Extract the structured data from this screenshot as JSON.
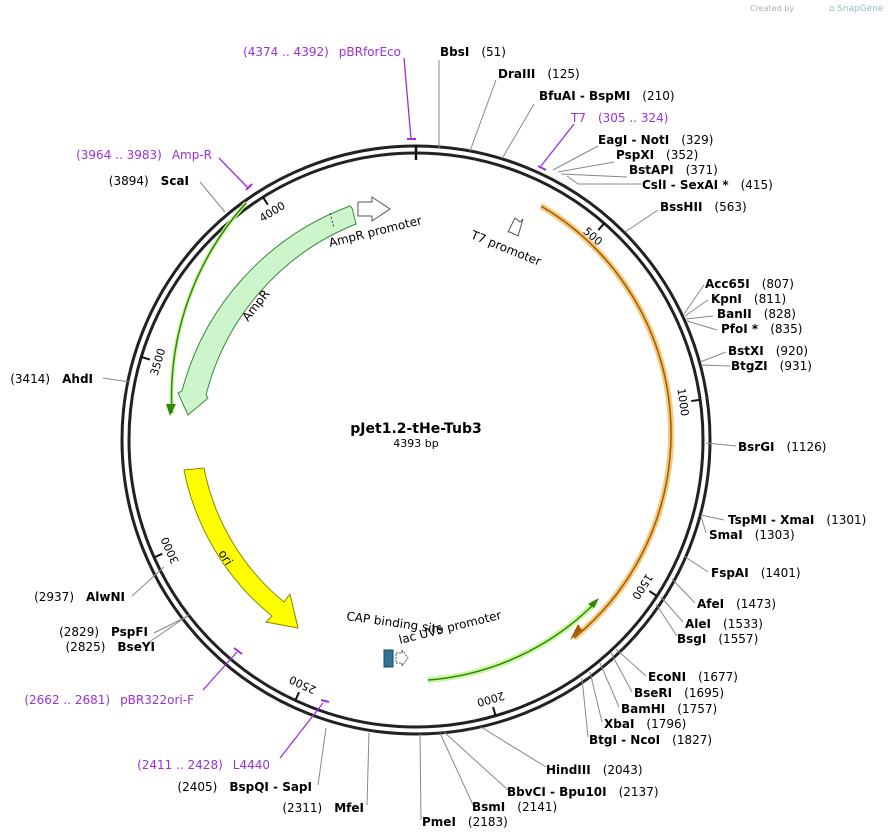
{
  "credit": {
    "prefix": "Created by",
    "brand": "SnapGene"
  },
  "plasmid": {
    "name": "pJet1.2-tHe-Tub3",
    "size": "4393 bp",
    "length": 4393
  },
  "ticks": [
    {
      "pos": 500,
      "label": "500"
    },
    {
      "pos": 1000,
      "label": "1000"
    },
    {
      "pos": 1500,
      "label": "1500"
    },
    {
      "pos": 2000,
      "label": "2000"
    },
    {
      "pos": 2500,
      "label": "2500"
    },
    {
      "pos": 3000,
      "label": "3000"
    },
    {
      "pos": 3500,
      "label": "3500"
    },
    {
      "pos": 4000,
      "label": "4000"
    }
  ],
  "enzymes": [
    {
      "name": "BbsI",
      "pos": "(51)"
    },
    {
      "name": "DraIII",
      "pos": "(125)"
    },
    {
      "name": "BfuAI  -  BspMI",
      "pos": "(210)"
    },
    {
      "name": "EagI  -  NotI",
      "pos": "(329)"
    },
    {
      "name": "PspXI",
      "pos": "(352)"
    },
    {
      "name": "BstAPI",
      "pos": "(371)"
    },
    {
      "name": "CslI  -  SexAI *",
      "pos": "(415)"
    },
    {
      "name": "BssHII",
      "pos": "(563)"
    },
    {
      "name": "Acc65I",
      "pos": "(807)"
    },
    {
      "name": "KpnI",
      "pos": "(811)"
    },
    {
      "name": "BanII",
      "pos": "(828)"
    },
    {
      "name": "PfoI *",
      "pos": "(835)"
    },
    {
      "name": "BstXI",
      "pos": "(920)"
    },
    {
      "name": "BtgZI",
      "pos": "(931)"
    },
    {
      "name": "BsrGI",
      "pos": "(1126)"
    },
    {
      "name": "TspMI  -  XmaI",
      "pos": "(1301)"
    },
    {
      "name": "SmaI",
      "pos": "(1303)"
    },
    {
      "name": "FspAI",
      "pos": "(1401)"
    },
    {
      "name": "AfeI",
      "pos": "(1473)"
    },
    {
      "name": "AleI",
      "pos": "(1533)"
    },
    {
      "name": "BsgI",
      "pos": "(1557)"
    },
    {
      "name": "EcoNI",
      "pos": "(1677)"
    },
    {
      "name": "BseRI",
      "pos": "(1695)"
    },
    {
      "name": "BamHI",
      "pos": "(1757)"
    },
    {
      "name": "XbaI",
      "pos": "(1796)"
    },
    {
      "name": "BtgI  -  NcoI",
      "pos": "(1827)"
    },
    {
      "name": "HindIII",
      "pos": "(2043)"
    },
    {
      "name": "BbvCI  -  Bpu10I",
      "pos": "(2137)"
    },
    {
      "name": "BsmI",
      "pos": "(2141)"
    },
    {
      "name": "PmeI",
      "pos": "(2183)"
    },
    {
      "name": "MfeI",
      "pos": "(2311)"
    },
    {
      "name": "BspQI  -  SapI",
      "pos": "(2405)"
    },
    {
      "name": "PspFI",
      "pos": "(2829)"
    },
    {
      "name": "BseYI",
      "pos": "(2825)"
    },
    {
      "name": "AlwNI",
      "pos": "(2937)"
    },
    {
      "name": "AhdI",
      "pos": "(3414)"
    },
    {
      "name": "ScaI",
      "pos": "(3894)"
    }
  ],
  "primers": [
    {
      "range": "(4374 .. 4392)",
      "name": "pBRforEco"
    },
    {
      "range": "(305 .. 324)",
      "name": "T7"
    },
    {
      "range": "(3964 .. 3983)",
      "name": "Amp-R"
    },
    {
      "range": "(2662 .. 2681)",
      "name": "pBR322ori-F"
    },
    {
      "range": "(2411 .. 2428)",
      "name": "L4440"
    }
  ],
  "features": [
    {
      "name": "AmpR promoter",
      "color": "#ffffff"
    },
    {
      "name": "AmpR",
      "color": "#ccf5cc"
    },
    {
      "name": "T7 promoter",
      "color": "#ffffff"
    },
    {
      "name": "ori",
      "color": "#ffff00"
    },
    {
      "name": "CAP binding site",
      "color": "#2e7391"
    },
    {
      "name": "lac UV5 promoter",
      "color": "#ffffff"
    }
  ],
  "colors": {
    "primer": "#9b30d9",
    "arc_orange": "#f5c97d",
    "arc_green": "#ccf5a8"
  }
}
